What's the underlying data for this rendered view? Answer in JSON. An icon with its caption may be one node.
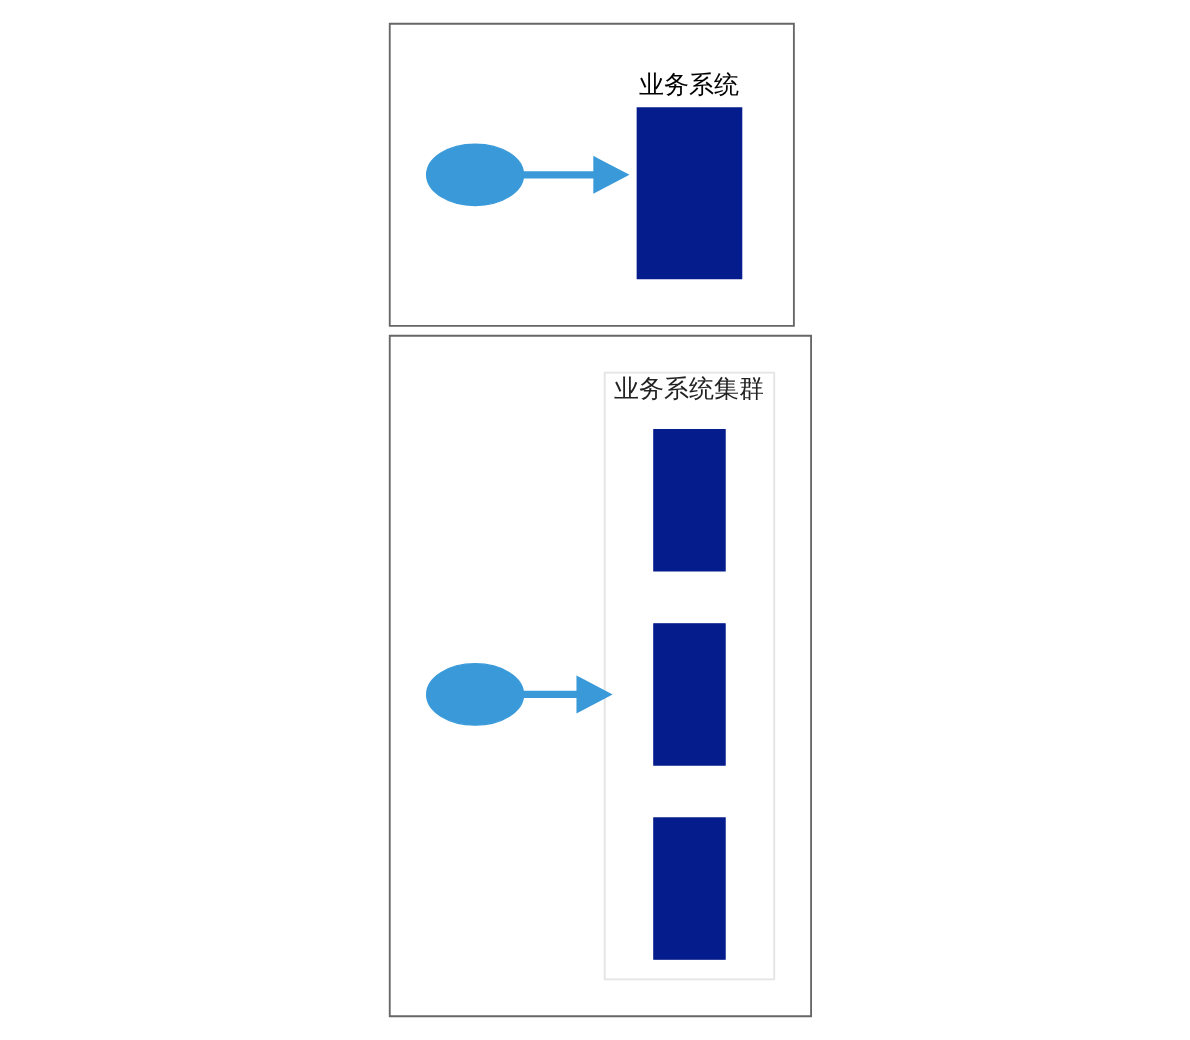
{
  "diagram": {
    "nodes": [
      {
        "text": [],
        "shape": "box"
      },
      {
        "text": [],
        "shape": "person",
        "in": 0
      },
      {
        "text": [
          "业务系统"
        ],
        "in": 0
      },
      {
        "text": [],
        "shape": "box"
      },
      {
        "text": [],
        "shape": "person",
        "in": 3
      },
      {
        "text": [
          "业务系统集群"
        ],
        "in": 3
      },
      {
        "text": [],
        "shape": "box",
        "in": 5
      },
      {
        "text": [],
        "shape": "box",
        "in": 5
      },
      {
        "text": [],
        "shape": "box",
        "in": 5
      }
    ],
    "edges": [
      {
        "from": 1,
        "to": 2,
        "arrow": "to"
      },
      {
        "from": 4,
        "to": 5,
        "arrow": "to"
      }
    ]
  }
}
